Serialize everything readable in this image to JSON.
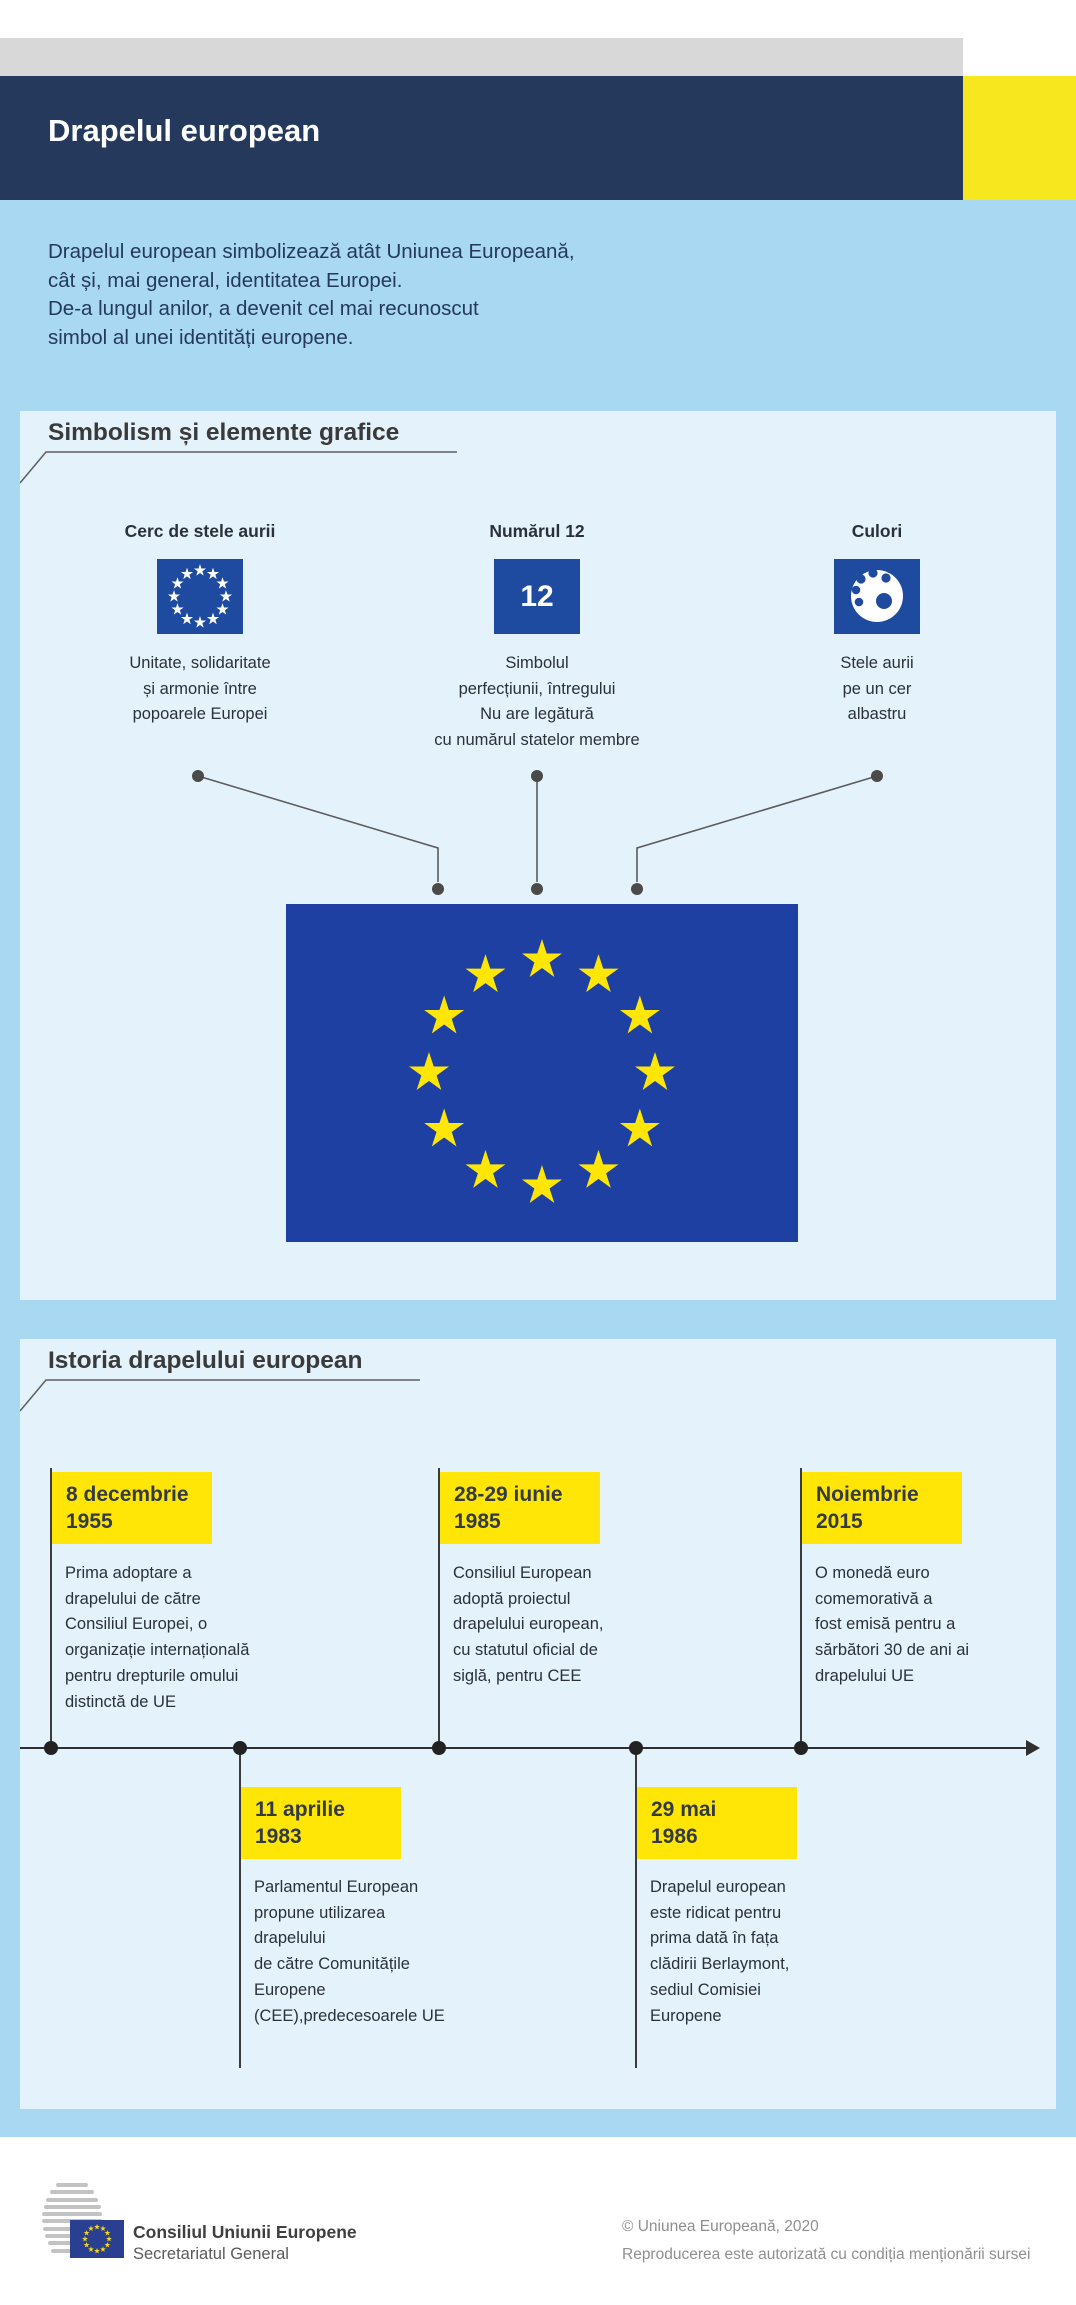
{
  "header": {
    "title": "Drapelul european"
  },
  "intro": {
    "text": "Drapelul european simbolizează atât Uniunea Europeană,\ncât și, mai general, identitatea Europei.\nDe-a lungul anilor, a devenit cel mai recunoscut\nsimbol al unei identități europene."
  },
  "symbolism": {
    "title": "Simbolism și elemente grafice",
    "columns": [
      {
        "heading": "Cerc de stele aurii",
        "icon": "eu-stars-circle-icon",
        "description": "Unitate, solidaritate\nși armonie între\npopoarele Europei"
      },
      {
        "heading": "Numărul 12",
        "icon": "number-12-icon",
        "icon_label": "12",
        "description": "Simbolul\nperfecțiunii, întregului\nNu are legătură\ncu numărul statelor membre"
      },
      {
        "heading": "Culori",
        "icon": "palette-icon",
        "description": "Stele aurii\npe un cer\nalbastru"
      }
    ]
  },
  "history": {
    "title": "Istoria drapelului european",
    "events": [
      {
        "date": "8 decembrie\n1955",
        "position": "above",
        "description": "Prima adoptare a\ndrapelului de către\nConsiliul Europei, o\norganizație internațională\npentru drepturile omului\ndistinctă de UE"
      },
      {
        "date": "11 aprilie\n1983",
        "position": "below",
        "description": "Parlamentul European\npropune utilizarea\ndrapelului\nde către Comunitățile\nEuropene\n(CEE),predecesoarele UE"
      },
      {
        "date": "28-29 iunie\n1985",
        "position": "above",
        "description": "Consiliul European\nadoptă proiectul\ndrapelului european,\ncu statutul oficial de\nsiglă, pentru CEE"
      },
      {
        "date": "29 mai\n1986",
        "position": "below",
        "description": "Drapelul european\neste ridicat pentru\nprima dată în fața\nclădirii Berlaymont,\nsediul Comisiei\nEuropene"
      },
      {
        "date": "Noiembrie\n2015",
        "position": "above",
        "description": "O monedă euro\ncomemorativă a\nfost emisă pentru a\nsărbători 30 de ani ai\ndrapelului UE"
      }
    ]
  },
  "footer": {
    "org_name": "Consiliul Uniunii Europene",
    "org_unit": "Secretariatul General",
    "copyright": "© Uniunea Europeană, 2020",
    "license": "Reproducerea este autorizată cu condiția menționării sursei"
  },
  "colors": {
    "header_navy": "#24395b",
    "header_yellow": "#f6e71e",
    "gray_bar": "#d8d8d8",
    "outer_blue": "#a9d8f2",
    "panel_blue": "#e4f2fb",
    "flag_blue": "#1d40a2",
    "icon_blue": "#1e4ba0",
    "star_yellow": "#ffe606",
    "date_box_yellow": "#ffe606",
    "text_navy": "#24395b",
    "text_dark": "#2a3138",
    "footer_gray": "#8f8f8f"
  }
}
